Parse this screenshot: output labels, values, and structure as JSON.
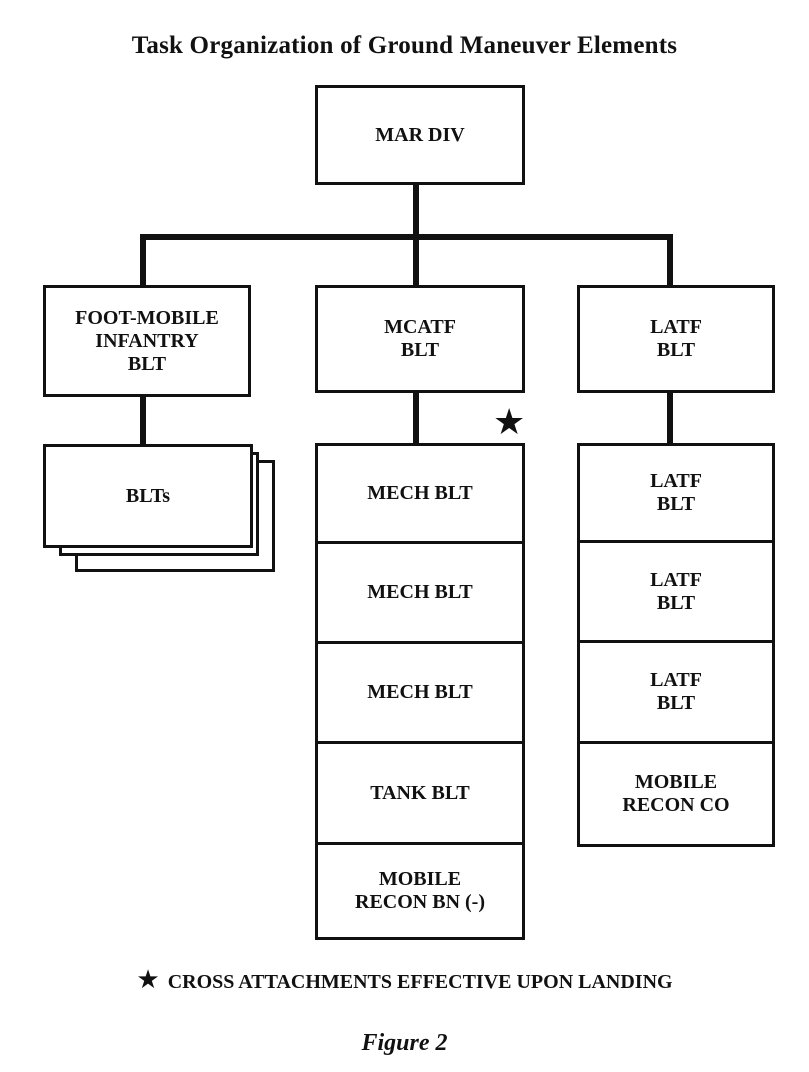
{
  "title": "Task Organization of Ground Maneuver Elements",
  "root": {
    "label": "MAR DIV"
  },
  "columns": [
    {
      "label": "FOOT-MOBILE\nINFANTRY\nBLT",
      "children": [
        "BLTs"
      ]
    },
    {
      "label": "MCATF\nBLT",
      "marker": "★",
      "children": [
        "MECH BLT",
        "MECH BLT",
        "MECH BLT",
        "TANK BLT",
        "MOBILE\nRECON BN (-)"
      ]
    },
    {
      "label": "LATF\nBLT",
      "children": [
        "LATF\nBLT",
        "LATF\nBLT",
        "LATF\nBLT",
        "MOBILE\nRECON CO"
      ]
    }
  ],
  "footnote": {
    "marker": "★",
    "text": "CROSS ATTACHMENTS EFFECTIVE UPON LANDING"
  },
  "figure_label": "Figure 2"
}
